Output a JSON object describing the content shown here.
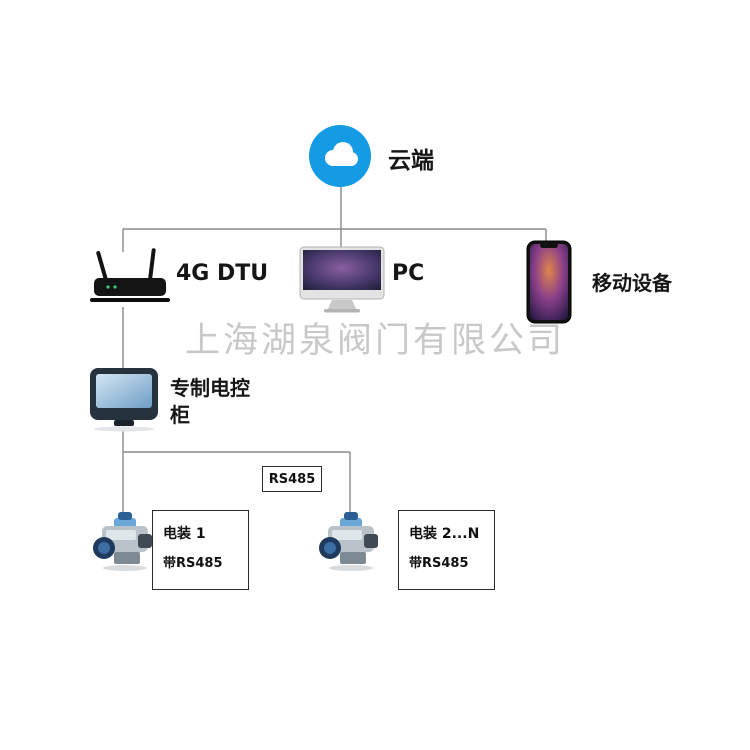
{
  "watermark": "上海湖泉阀门有限公司",
  "diagram": {
    "cloud": {
      "label": "云端"
    },
    "dtu": {
      "label": "4G DTU"
    },
    "pc": {
      "label": "PC"
    },
    "mobile": {
      "label": "移动设备"
    },
    "cabinet": {
      "label": "专制电控柜"
    },
    "bus": {
      "label": "RS485"
    },
    "actuator1": {
      "title": "电装 1",
      "subtitle": "带RS485"
    },
    "actuator2": {
      "title": "电装 2...N",
      "subtitle": "带RS485"
    }
  },
  "colors": {
    "cloud": "#149be4",
    "line": "#8a8a8a"
  }
}
